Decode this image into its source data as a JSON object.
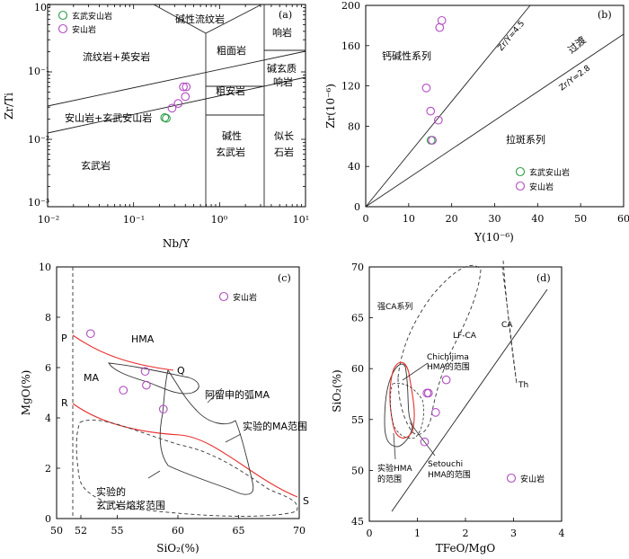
{
  "colors": {
    "basaltic_andesite": "#2e9e4a",
    "andesite": "#b04cc0",
    "red_line": "#e8312f"
  },
  "chart_data": [
    {
      "panel": "(a)",
      "type": "scatter",
      "xlabel": "Nb/Y",
      "ylabel": "Zr/Ti",
      "x_scale": "log",
      "y_scale": "log",
      "xlim": [
        0.01,
        10
      ],
      "ylim": [
        0.001,
        1
      ],
      "x_ticks": [
        "10⁻²",
        "10⁻¹",
        "10⁰",
        "10¹"
      ],
      "y_ticks": [
        "10⁰",
        "10⁻¹",
        "10⁻²",
        "10⁻³"
      ],
      "legend": [
        "玄武安山岩",
        "安山岩"
      ],
      "fields": [
        "碱性流纹岩",
        "响岩",
        "流纹岩+英安岩",
        "粗面岩",
        "碱玄质",
        "响岩",
        "粗安岩",
        "安山岩+玄武安山岩",
        "碱性",
        "玄武岩",
        "似长",
        "石岩",
        "玄武岩"
      ],
      "series": [
        {
          "name": "玄武安山岩",
          "x": [
            0.23,
            0.24
          ],
          "y": [
            0.021,
            0.0205
          ]
        },
        {
          "name": "安山岩",
          "x": [
            0.28,
            0.33,
            0.38,
            0.41,
            0.4
          ],
          "y": [
            0.029,
            0.034,
            0.06,
            0.06,
            0.043
          ]
        }
      ]
    },
    {
      "panel": "(b)",
      "type": "scatter",
      "xlabel": "Y(10⁻⁶)",
      "ylabel": "Zr(10⁻⁶)",
      "xlim": [
        0,
        60
      ],
      "ylim": [
        0,
        200
      ],
      "x_ticks": [
        0,
        10,
        20,
        30,
        40,
        50,
        60
      ],
      "y_ticks": [
        0,
        40,
        80,
        120,
        160,
        200
      ],
      "legend": [
        "玄武安山岩",
        "安山岩"
      ],
      "lines": [
        "Zr/Y=4.5",
        "Zr/Y=2.8"
      ],
      "fields": [
        "钙碱性系列",
        "过渡",
        "拉斑系列"
      ],
      "series": [
        {
          "name": "玄武安山岩",
          "x": [
            15.2
          ],
          "y": [
            66
          ]
        },
        {
          "name": "安山岩",
          "x": [
            17.2,
            17.7,
            14.1,
            15.1,
            16.9,
            15.5
          ],
          "y": [
            178,
            185,
            118,
            95,
            86,
            66
          ]
        }
      ]
    },
    {
      "panel": "(c)",
      "type": "scatter",
      "xlabel": "SiO₂(%)",
      "ylabel": "MgO(%)",
      "xlim": [
        50,
        70
      ],
      "ylim": [
        0,
        10
      ],
      "x_ticks": [
        50,
        52,
        55,
        60,
        65,
        70
      ],
      "y_ticks": [
        0,
        2,
        4,
        6,
        8,
        10
      ],
      "legend": [
        "安山岩"
      ],
      "annotations": [
        "P",
        "HMA",
        "Q",
        "MA",
        "R",
        "S",
        "阿留申的弧MA",
        "实验的MA范围",
        "实验的",
        "玄武岩熔浆范围"
      ],
      "series": [
        {
          "name": "安山岩",
          "x": [
            52.8,
            57.3,
            57.4,
            55.5,
            58.8
          ],
          "y": [
            7.35,
            5.85,
            5.3,
            5.1,
            4.35
          ]
        }
      ]
    },
    {
      "panel": "(d)",
      "type": "scatter",
      "xlabel": "TFeO/MgO",
      "ylabel": "SiO₂(%)",
      "xlim": [
        0,
        4
      ],
      "ylim": [
        45,
        70
      ],
      "x_ticks": [
        0,
        1,
        2,
        3,
        4
      ],
      "y_ticks": [
        45,
        50,
        55,
        60,
        65,
        70
      ],
      "legend": [
        "安山岩"
      ],
      "annotations": [
        "强CA系列",
        "LF-CA",
        "CA",
        "Th",
        "Chichijima",
        "HMA的范围",
        "Setouchi",
        "HMA的范围",
        "实验HMA",
        "的范围"
      ],
      "series": [
        {
          "name": "安山岩",
          "x": [
            1.2,
            1.23,
            1.6,
            1.38,
            1.15
          ],
          "y": [
            57.6,
            57.6,
            58.9,
            55.7,
            52.8
          ]
        }
      ]
    }
  ]
}
